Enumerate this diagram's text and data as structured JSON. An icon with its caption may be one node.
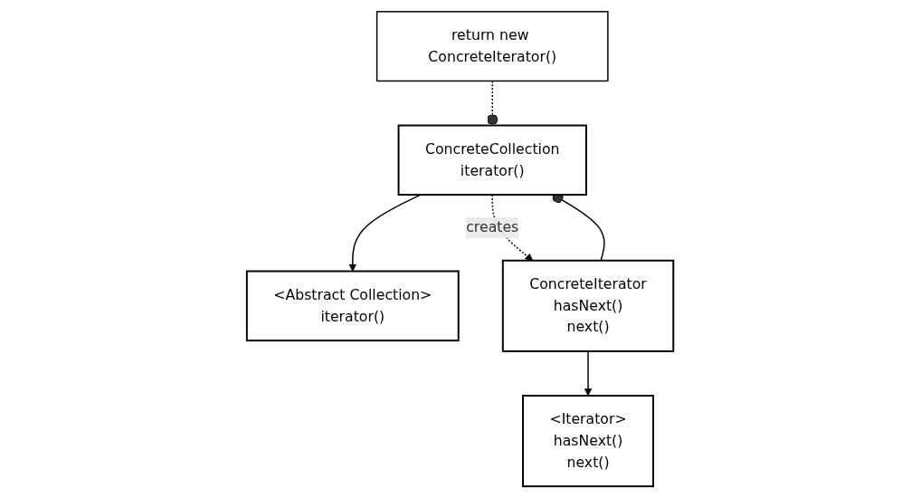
{
  "diagram": {
    "nodes": [
      {
        "text": [
          "<Abstract Collection>",
          "iterator()"
        ]
      },
      {
        "text": [
          "<Iterator>",
          "hasNext()",
          "next()"
        ]
      },
      {
        "text": [
          "ConcreteCollection",
          "iterator()"
        ]
      },
      {
        "text": [
          "ConcreteIterator",
          "hasNext()",
          "next()"
        ]
      },
      {
        "text": [
          "return new ConcreteIterator()"
        ]
      }
    ],
    "edges": [
      {
        "from": 2,
        "to": 0,
        "arrow": "to"
      },
      {
        "from": 3,
        "to": 1,
        "arrow": "to"
      },
      {
        "from": 3,
        "to": 2,
        "arrow": "other"
      },
      {
        "from": 2,
        "to": 3,
        "arrow": "to",
        "style": "dashed",
        "label": "creates"
      },
      {
        "from": 4,
        "to": 2,
        "arrow": "other",
        "style": "dashed"
      }
    ]
  }
}
